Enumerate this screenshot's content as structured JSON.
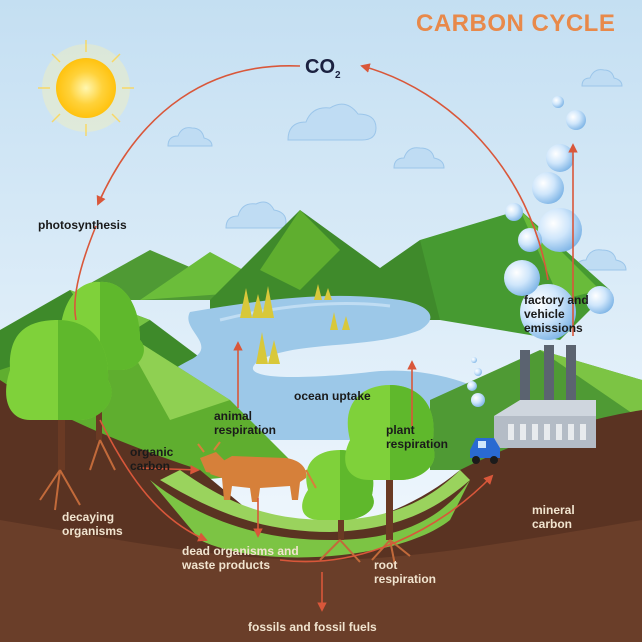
{
  "title": "CARBON CYCLE",
  "co2": {
    "main": "CO",
    "sub": "2"
  },
  "labels": {
    "photosynthesis": "photosynthesis",
    "factory_emissions": "factory and\nvehicle\nemissions",
    "ocean_uptake": "ocean uptake",
    "animal_respiration": "animal\nrespiration",
    "plant_respiration": "plant\nrespiration",
    "organic_carbon": "organic\ncarbon",
    "decaying_organisms": "decaying\norganisms",
    "dead_organisms": "dead organisms and\nwaste products",
    "mineral_carbon": "mineral\ncarbon",
    "root_respiration": "root\nrespiration",
    "fossils": "fossils and fossil fuels"
  },
  "colors": {
    "title": "#e8894a",
    "arrow": "#d9573a",
    "sky_top": "#c4dff2",
    "sky_bottom": "#f7fbff",
    "water": "#9cc8e8",
    "soil": "#5a3322",
    "grass": "#5fae2f"
  },
  "icons": [
    "sun-icon",
    "cloud-icon",
    "tree-icon",
    "cow-icon",
    "factory-icon",
    "car-icon",
    "bubble-icon"
  ]
}
